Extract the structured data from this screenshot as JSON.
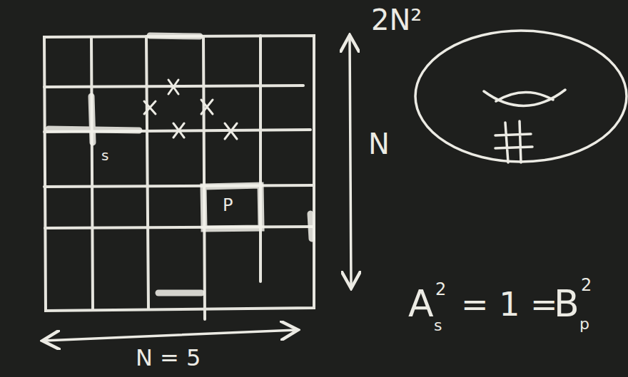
{
  "diagram": {
    "labels": [
      "2N²",
      "N",
      "s",
      "P",
      "N = 5",
      "A",
      "s",
      "2",
      "= 1 =",
      "B",
      "p",
      "2"
    ]
  }
}
